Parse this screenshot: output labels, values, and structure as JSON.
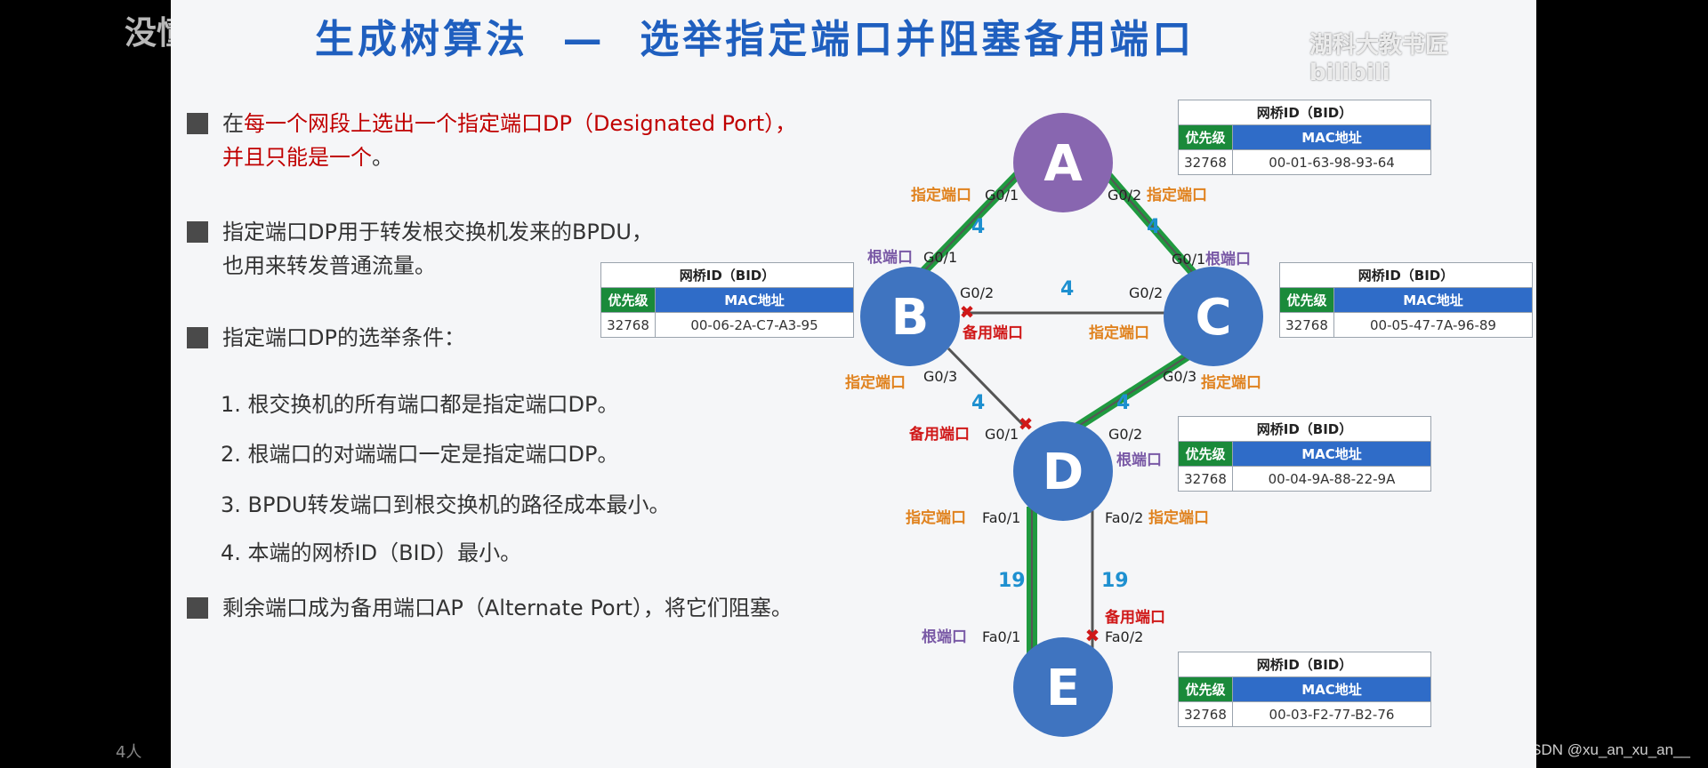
{
  "overlay": {
    "top_left": "没懂",
    "viewer_count": "4人",
    "bottom_right": "CSDN @xu_an_xu_an__"
  },
  "slide": {
    "title": "生成树算法  —  选举指定端口并阻塞备用端口",
    "watermark": "湖科大教书匠 bilibili",
    "bullets": [
      {
        "line1_red": "每一个网段上选出一个指定端口DP（Designated Port），",
        "line1_prefix": "在",
        "line2_red": "并且只能是一个",
        "line2_suffix": "。"
      },
      {
        "line1": "指定端口DP用于转发根交换机发来的BPDU，",
        "line2": "也用来转发普通流量。"
      },
      {
        "line1": "指定端口DP的选举条件："
      },
      {
        "line1": "剩余端口成为备用端口AP（Alternate Port），将它们阻塞。"
      }
    ],
    "conditions": [
      "1.  根交换机的所有端口都是指定端口DP。",
      "2.  根端口的对端端口一定是指定端口DP。",
      "3.  BPDU转发端口到根交换机的路径成本最小。",
      "4.  本端的网桥ID（BID）最小。"
    ]
  },
  "tables": {
    "A": {
      "title": "网桥ID（BID）",
      "priority_label": "优先级",
      "mac_label": "MAC地址",
      "priority": "32768",
      "mac": "00-01-63-98-93-64"
    },
    "B": {
      "title": "网桥ID（BID）",
      "priority_label": "优先级",
      "mac_label": "MAC地址",
      "priority": "32768",
      "mac": "00-06-2A-C7-A3-95"
    },
    "C": {
      "title": "网桥ID（BID）",
      "priority_label": "优先级",
      "mac_label": "MAC地址",
      "priority": "32768",
      "mac": "00-05-47-7A-96-89"
    },
    "D": {
      "title": "网桥ID（BID）",
      "priority_label": "优先级",
      "mac_label": "MAC地址",
      "priority": "32768",
      "mac": "00-04-9A-88-22-9A"
    },
    "E": {
      "title": "网桥ID（BID）",
      "priority_label": "优先级",
      "mac_label": "MAC地址",
      "priority": "32768",
      "mac": "00-03-F2-77-B2-76"
    }
  },
  "nodes": {
    "A": "A",
    "B": "B",
    "C": "C",
    "D": "D",
    "E": "E"
  },
  "costs": {
    "AB": "4",
    "AC": "4",
    "BC": "4",
    "BD": "4",
    "CD": "4",
    "DE1": "19",
    "DE2": "19"
  },
  "ports": {
    "A_G01": "G0/1",
    "A_G02": "G0/2",
    "B_G01": "G0/1",
    "B_G02": "G0/2",
    "B_G03": "G0/3",
    "C_G01": "G0/1",
    "C_G02": "G0/2",
    "C_G03": "G0/3",
    "D_G01": "G0/1",
    "D_G02": "G0/2",
    "D_Fa01": "Fa0/1",
    "D_Fa02": "Fa0/2",
    "E_Fa01": "Fa0/1",
    "E_Fa02": "Fa0/2"
  },
  "roles": {
    "A_G01": "指定端口",
    "A_G02": "指定端口",
    "B_G01": "根端口",
    "B_G02": "备用端口",
    "B_G03": "指定端口",
    "C_G01": "根端口",
    "C_G02": "指定端口",
    "C_G03": "指定端口",
    "D_G01": "备用端口",
    "D_G02": "根端口",
    "D_Fa01": "指定端口",
    "D_Fa02": "指定端口",
    "E_Fa01": "根端口",
    "E_Fa02": "备用端口"
  },
  "colors": {
    "node": "#3f74c0",
    "root_node": "#8866b0",
    "designated": "#e0821e",
    "root_port": "#7a5aa6",
    "alternate": "#d01818",
    "active_link": "#1f9a3f",
    "cost": "#1e90d0",
    "title": "#1f5fbf"
  }
}
